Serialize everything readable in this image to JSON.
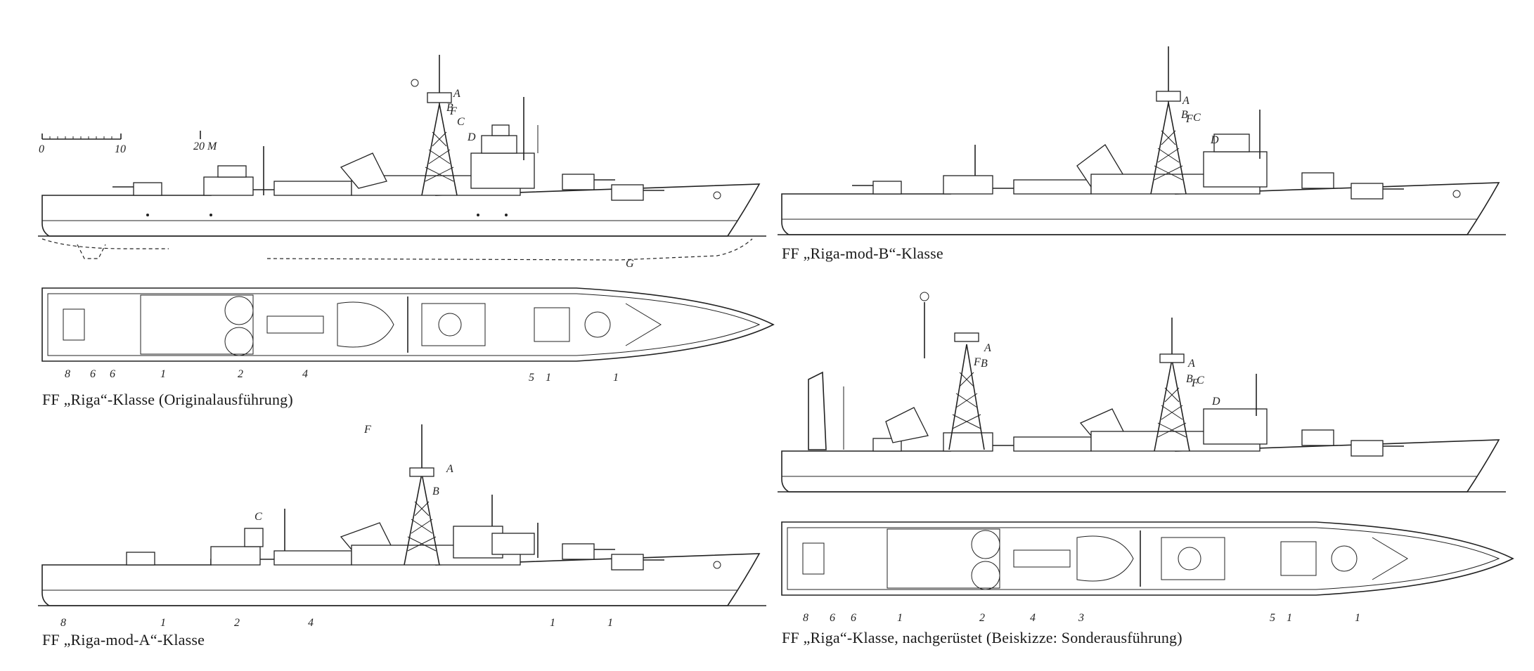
{
  "scale": {
    "ticks": [
      "0",
      "10",
      "20 M"
    ]
  },
  "captions": {
    "riga_original": "FF „Riga“-Klasse (Originalausführung)",
    "riga_mod_b": "FF „Riga-mod-B“-Klasse",
    "riga_mod_a": "FF „Riga-mod-A“-Klasse",
    "riga_refit": "FF „Riga“-Klasse, nachgerüstet (Beiskizze: Sonderausführung)"
  },
  "letters": {
    "A": "A",
    "B": "B",
    "C": "C",
    "D": "D",
    "F": "F",
    "G": "G"
  },
  "numbers_original": [
    "8",
    "6",
    "6",
    "1",
    "2",
    "4",
    "5",
    "1",
    "1"
  ],
  "numbers_mod_a": [
    "8",
    "1",
    "2",
    "4",
    "1",
    "1"
  ],
  "numbers_refit": [
    "8",
    "6",
    "6",
    "1",
    "2",
    "4",
    "3",
    "5",
    "1",
    "1"
  ]
}
